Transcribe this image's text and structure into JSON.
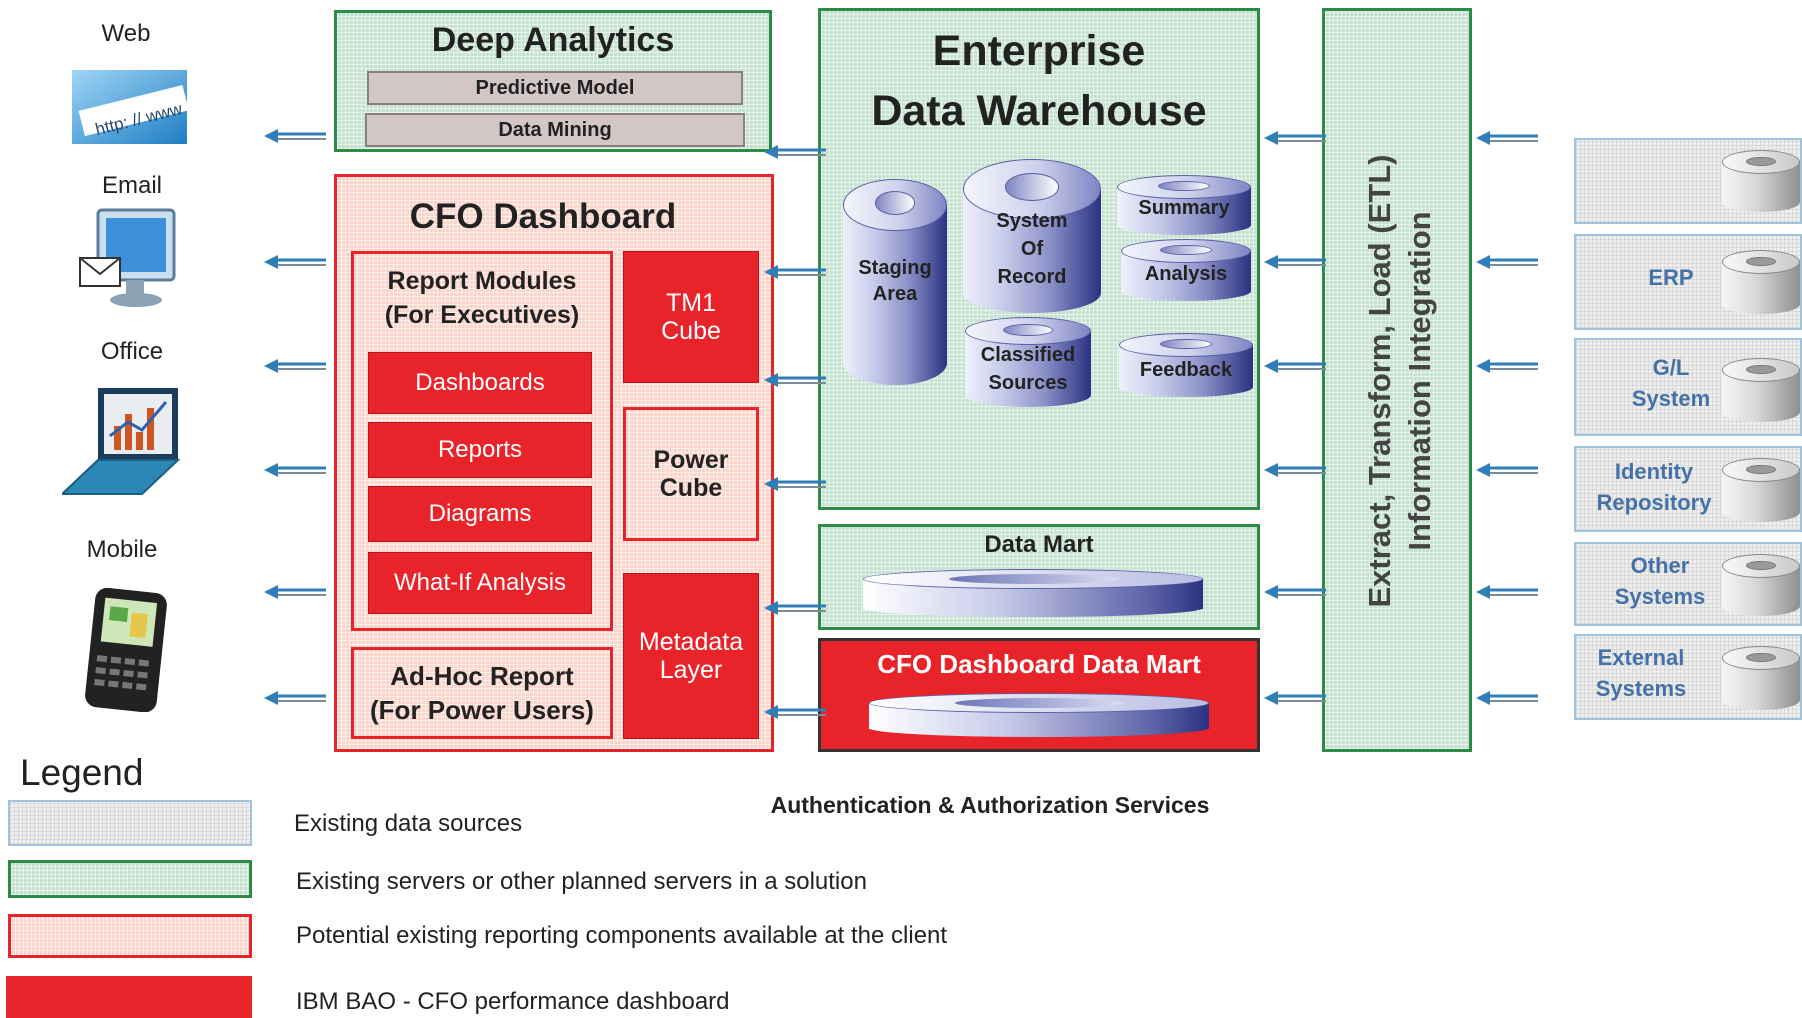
{
  "channels": [
    "Web",
    "Email",
    "Office",
    "Mobile"
  ],
  "deep_analytics": {
    "title": "Deep Analytics",
    "items": [
      "Predictive Model",
      "Data Mining"
    ]
  },
  "cfo_dashboard": {
    "title": "CFO Dashboard",
    "report_modules": {
      "title_line1": "Report Modules",
      "title_line2": "(For Executives)",
      "items": [
        "Dashboards",
        "Reports",
        "Diagrams",
        "What-If Analysis"
      ]
    },
    "adhoc": {
      "line1": "Ad-Hoc Report",
      "line2": "(For Power Users)"
    },
    "tm1": {
      "line1": "TM1",
      "line2": "Cube"
    },
    "power_cube": {
      "line1": "Power",
      "line2": "Cube"
    },
    "metadata": {
      "line1": "Metadata",
      "line2": "Layer"
    }
  },
  "edw": {
    "title_line1": "Enterprise",
    "title_line2": "Data  Warehouse",
    "stores": {
      "staging": [
        "Staging",
        "Area"
      ],
      "record": [
        "System",
        "Of",
        "Record"
      ],
      "summary": "Summary",
      "analysis": "Analysis",
      "classified": [
        "Classified",
        "Sources"
      ],
      "feedback": "Feedback"
    }
  },
  "data_mart": {
    "title": "Data Mart"
  },
  "cfo_data_mart": {
    "title": "CFO Dashboard Data Mart"
  },
  "etl": {
    "line1": "Extract, Transform, Load (ETL)",
    "line2": "Information Integration"
  },
  "sources": [
    {
      "line1": "",
      "line2": ""
    },
    {
      "line1": "ERP",
      "line2": ""
    },
    {
      "line1": "G/L",
      "line2": "System"
    },
    {
      "line1": "Identity",
      "line2": "Repository"
    },
    {
      "line1": "Other",
      "line2": "Systems"
    },
    {
      "line1": "External",
      "line2": "Systems"
    }
  ],
  "auth_services": "Authentication & Authorization Services",
  "legend": {
    "title": "Legend",
    "items": [
      "Existing data sources",
      "Existing servers or other planned servers in a solution",
      "Potential existing reporting components available at the client",
      "IBM BAO - CFO performance dashboard"
    ]
  },
  "colors": {
    "green_border": "#2e8b45",
    "red": "#e8232a",
    "source_label": "#4472a8",
    "arrow": "#2f7fb6"
  },
  "icons": [
    "browser-url-icon",
    "email-computer-icon",
    "laptop-chart-icon",
    "smartphone-icon",
    "database-cylinder-icon",
    "left-arrow-icon"
  ]
}
